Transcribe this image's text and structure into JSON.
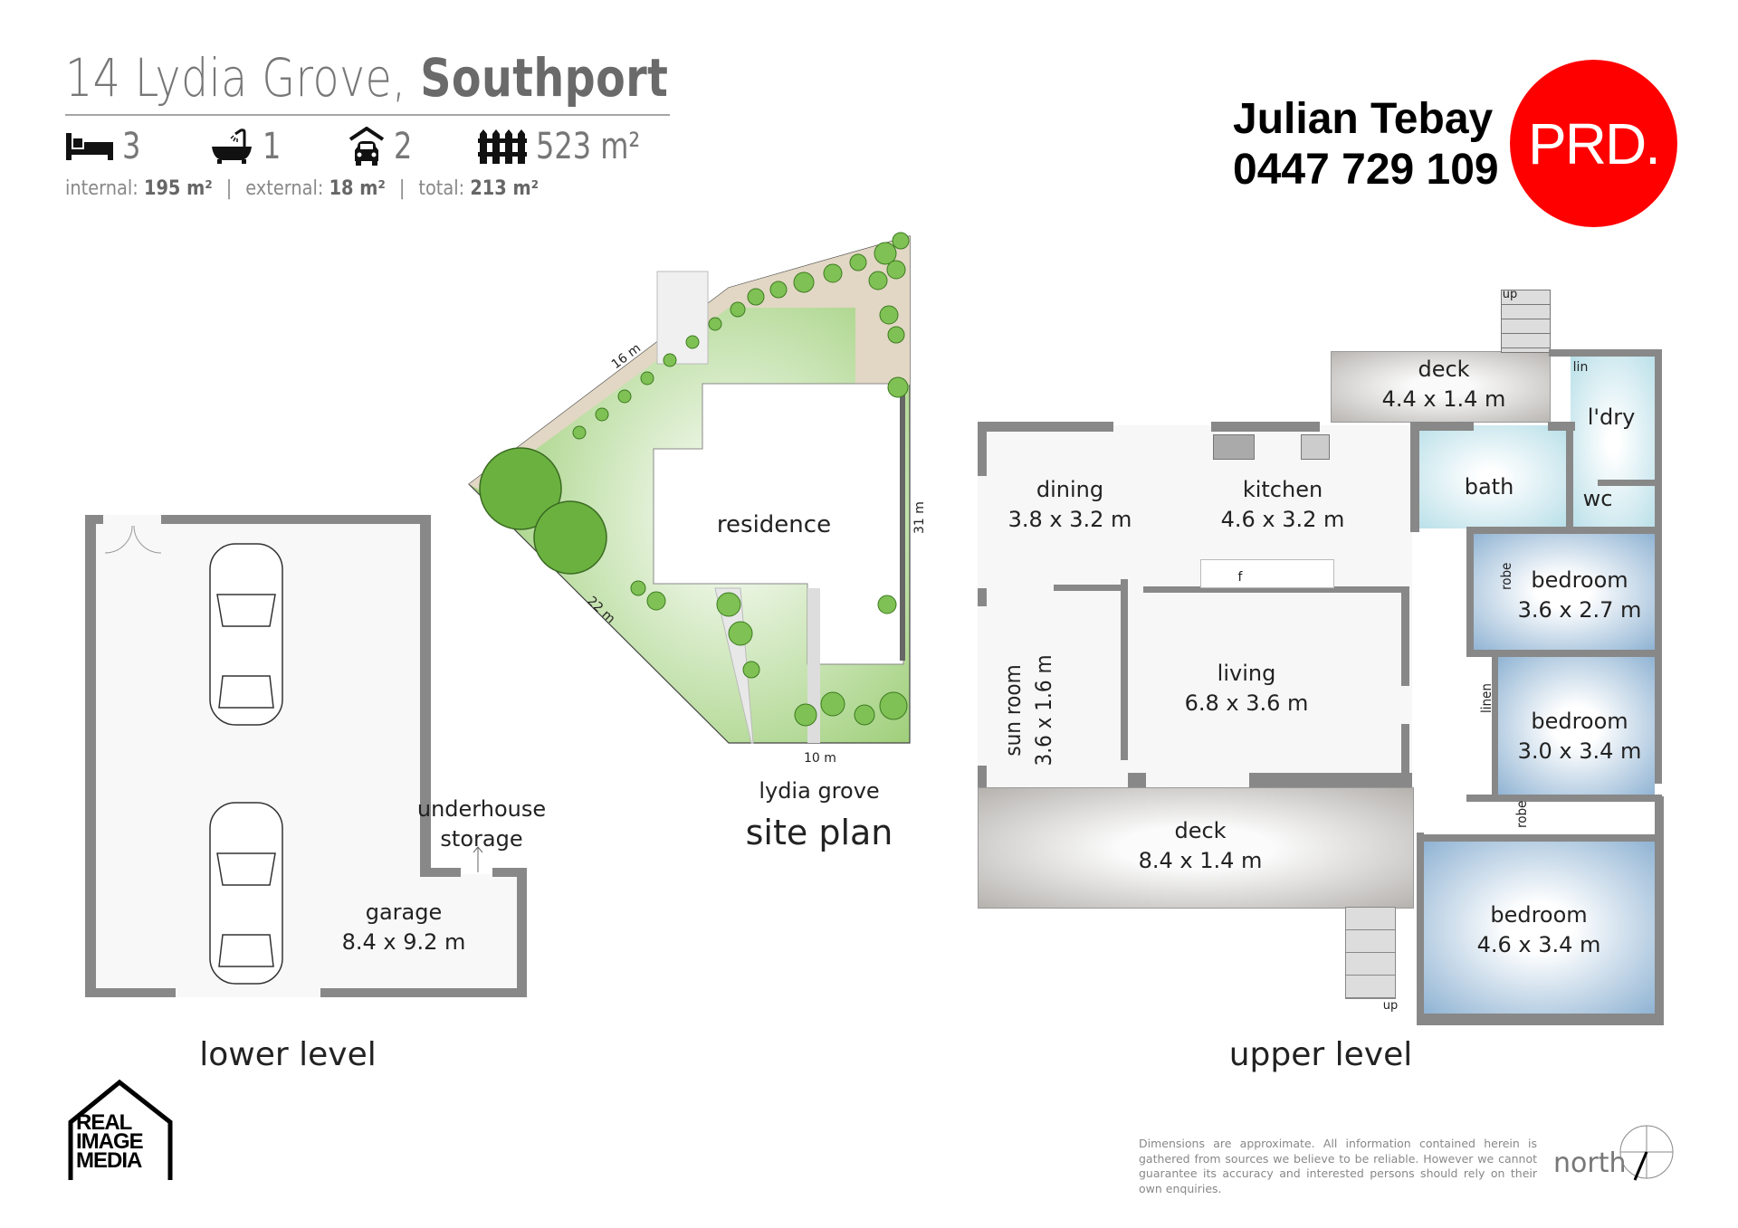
{
  "header": {
    "address_line": "14 Lydia Grove,",
    "suburb": "Southport",
    "stats": [
      {
        "icon": "bed-icon",
        "value": "3"
      },
      {
        "icon": "bath-icon",
        "value": "1"
      },
      {
        "icon": "garage-car-icon",
        "value": "2"
      },
      {
        "icon": "fence-icon",
        "value": "523 m²"
      }
    ],
    "areas": {
      "internal_label": "internal:",
      "internal_value": "195 m²",
      "external_label": "external:",
      "external_value": "18 m²",
      "total_label": "total:",
      "total_value": "213 m²",
      "separator": "|"
    }
  },
  "agent": {
    "name": "Julian Tebay",
    "phone": "0447 729 109",
    "brand": "PRD.",
    "brand_color": "#fe0000"
  },
  "site_plan": {
    "title": "site plan",
    "street": "lydia grove",
    "building_label": "residence",
    "dimensions": {
      "north_west": "16 m",
      "south_west": "22 m",
      "east": "31 m",
      "south": "10 m"
    }
  },
  "lower_level": {
    "title": "lower level",
    "rooms": [
      {
        "name": "garage",
        "size": "8.4 x 9.2 m"
      },
      {
        "name": "underhouse",
        "size": "storage"
      }
    ]
  },
  "upper_level": {
    "title": "upper level",
    "rooms": {
      "deck_top": {
        "name": "deck",
        "size": "4.4 x 1.4 m"
      },
      "dining": {
        "name": "dining",
        "size": "3.8 x 3.2 m"
      },
      "kitchen": {
        "name": "kitchen",
        "size": "4.6 x 3.2 m"
      },
      "bath": {
        "name": "bath"
      },
      "laundry": {
        "name": "l'dry"
      },
      "wc": {
        "name": "wc"
      },
      "linen_small": {
        "name": "lin"
      },
      "living": {
        "name": "living",
        "size": "6.8 x 3.6 m"
      },
      "sunroom": {
        "name": "sun room",
        "size": "3.6 x 1.6 m"
      },
      "bedroom1": {
        "name": "bedroom",
        "size": "3.6 x 2.7 m"
      },
      "bedroom2": {
        "name": "bedroom",
        "size": "3.0 x 3.4 m"
      },
      "bedroom3": {
        "name": "bedroom",
        "size": "4.6 x 3.4 m"
      },
      "deck_bottom": {
        "name": "deck",
        "size": "8.4 x 1.4 m"
      },
      "robe": "robe",
      "linen": "linen",
      "fridge": "f"
    },
    "stairs_label": "up"
  },
  "footer": {
    "logo_lines": [
      "REAL",
      "IMAGE",
      "MEDIA"
    ],
    "disclaimer": "Dimensions are approximate.  All information contained herein is gathered from sources we believe to be reliable.  However we cannot guarantee its accuracy and interested persons should rely on their own enquiries.",
    "north_label": "north"
  }
}
